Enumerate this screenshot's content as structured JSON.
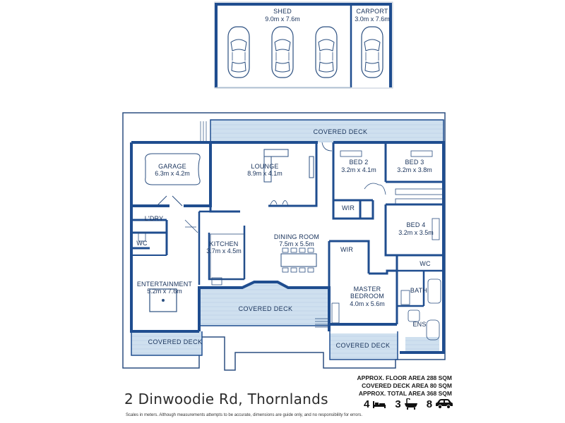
{
  "outbuilding": {
    "shed": {
      "name": "SHED",
      "dims": "9.0m x 7.6m"
    },
    "carport": {
      "name": "CARPORT",
      "dims": "3.0m x 7.6m"
    }
  },
  "rooms": {
    "garage": {
      "name": "GARAGE",
      "dims": "6.3m x 4.2m"
    },
    "lounge": {
      "name": "LOUNGE",
      "dims": "8.9m x 4.1m"
    },
    "bed2": {
      "name": "BED 2",
      "dims": "3.2m x 4.1m"
    },
    "bed3": {
      "name": "BED 3",
      "dims": "3.2m x 3.8m"
    },
    "bed4": {
      "name": "BED 4",
      "dims": "3.2m x 3.5m"
    },
    "laundry": {
      "name": "L'DRY"
    },
    "wc_left": {
      "name": "WC"
    },
    "wc_right": {
      "name": "WC"
    },
    "kitchen": {
      "name": "KITCHEN",
      "dims": "3.7m x 4.5m"
    },
    "dining": {
      "name": "DINING ROOM",
      "dims": "7.5m x 5.5m"
    },
    "wir_bed2": {
      "name": "WIR"
    },
    "wir_master": {
      "name": "WIR"
    },
    "master": {
      "name": "MASTER",
      "name2": "BEDROOM",
      "dims": "4.0m x 5.6m"
    },
    "bath": {
      "name": "BATH"
    },
    "ens": {
      "name": "ENS"
    },
    "entertainment": {
      "name": "ENTERTAINMENT",
      "dims": "5.2m x 7.6m"
    }
  },
  "decks": {
    "top": "COVERED  DECK",
    "center": "COVERED DECK",
    "bottom_left": "COVERED DECK",
    "bottom_right": "COVERED DECK"
  },
  "areas": {
    "floor": "APPROX. FLOOR AREA 288 SQM",
    "covered_deck": "COVERED DECK AREA 80 SQM",
    "total": "APPROX. TOTAL AREA 368 SQM"
  },
  "address": "2 Dinwoodie Rd, Thornlands",
  "disclaimer": "Scales in meters. Although measurements attempts to be accurate, dimensions are guide only, and no responsibility for errors.",
  "features": {
    "bedrooms": "4",
    "bathrooms": "3",
    "car_spaces": "8",
    "icons": [
      "bed-icon",
      "bathtub-icon",
      "car-icon"
    ]
  },
  "colors": {
    "wall": "#1f4d8f",
    "deck_fill": "#cfe0ef",
    "label": "#17315a"
  }
}
